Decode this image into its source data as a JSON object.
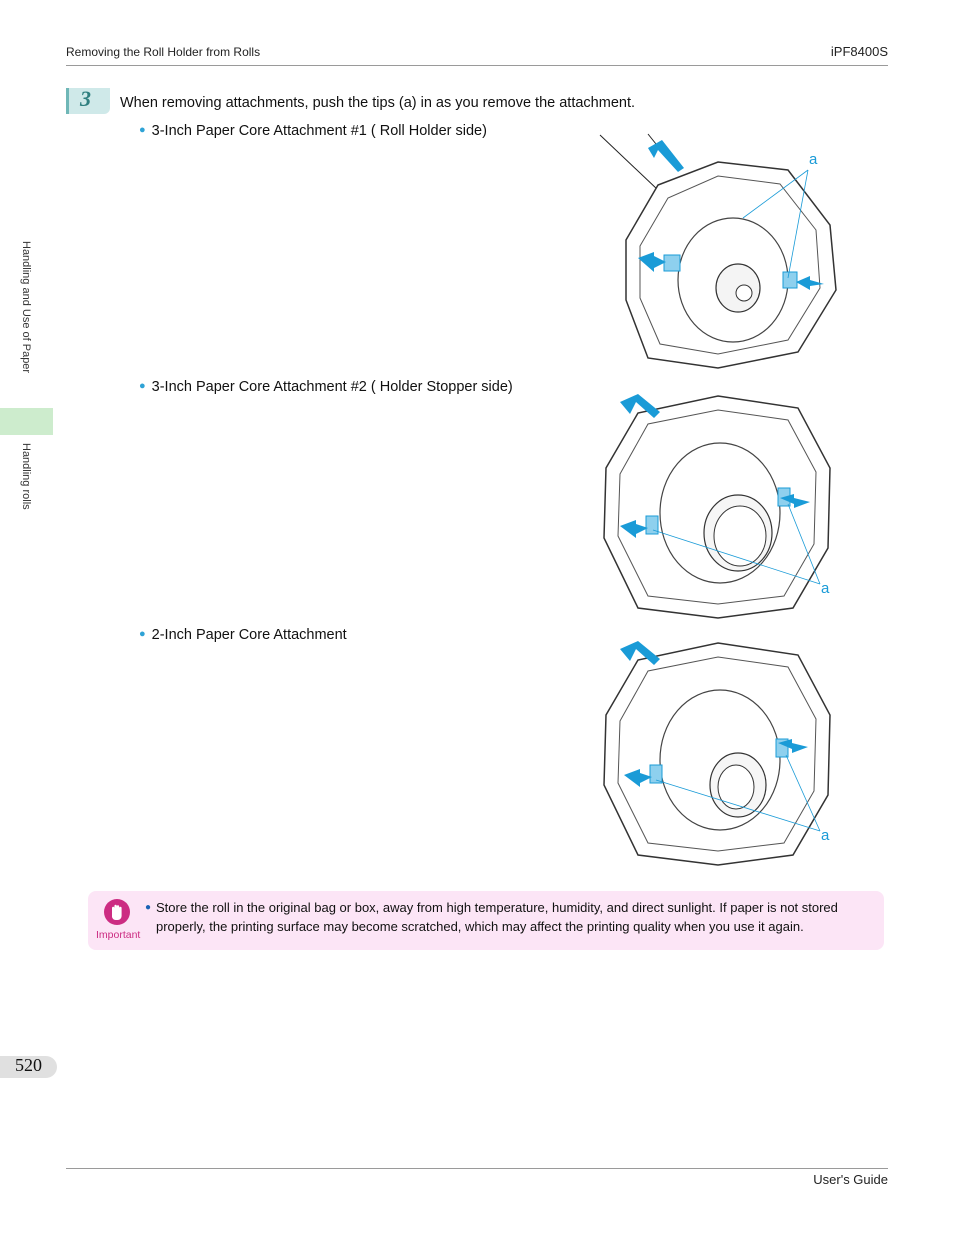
{
  "header": {
    "section_title": "Removing the Roll Holder from Rolls",
    "model": "iPF8400S"
  },
  "side_nav": {
    "chapter": "Handling and Use of Paper",
    "section": "Handling rolls"
  },
  "step": {
    "number": "3",
    "instruction": "When removing attachments, push the tips (a) in as you remove the attachment."
  },
  "bullets": [
    {
      "text": "3-Inch Paper Core Attachment #1 ( Roll Holder side)",
      "figure_label": "a"
    },
    {
      "text": "3-Inch Paper Core Attachment #2 ( Holder Stopper side)",
      "figure_label": "a"
    },
    {
      "text": "2-Inch Paper Core Attachment",
      "figure_label": "a"
    }
  ],
  "important": {
    "label": "Important",
    "text": "Store the roll in the original bag or box, away from high temperature, humidity, and direct sunlight. If paper is not stored properly, the printing surface may become scratched, which may affect the printing quality when you use it again."
  },
  "footer": {
    "page_number": "520",
    "guide_title": "User's Guide"
  },
  "colors": {
    "accent_blue": "#1a9bd7",
    "important_pink": "#cc2c82",
    "important_bg": "#fce5f6",
    "side_tab_green": "#cdeccd",
    "step_badge": "#cfe9e9"
  }
}
